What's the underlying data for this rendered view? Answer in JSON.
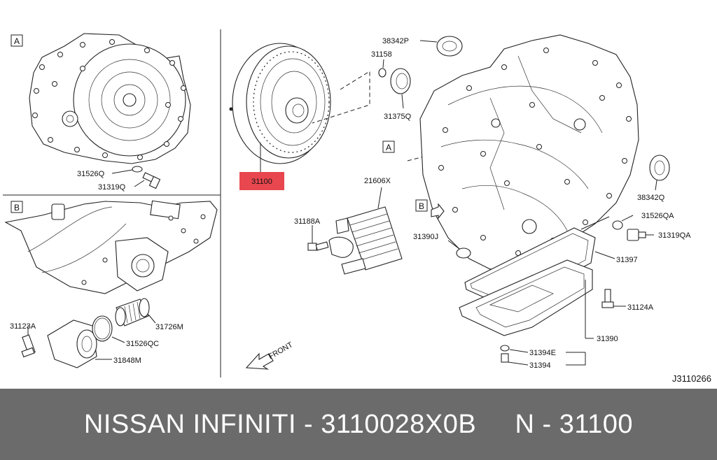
{
  "diagram": {
    "sections": {
      "a": "A",
      "b": "B"
    },
    "callouts": {
      "a": "A",
      "b": "B"
    },
    "parts": {
      "p38342P": "38342P",
      "p31158": "31158",
      "p31375Q": "31375Q",
      "p31100": "31100",
      "p21606X": "21606X",
      "p31188A": "31188A",
      "p31390J": "31390J",
      "p38342Q": "38342Q",
      "p31526QA": "31526QA",
      "p31319QA": "31319QA",
      "p31397": "31397",
      "p31124A": "31124A",
      "p31390": "31390",
      "p31394E": "31394E",
      "p31394": "31394",
      "p31526Q": "31526Q",
      "p31319Q": "31319Q",
      "p31123A": "31123A",
      "p31726M": "31726M",
      "p31526QC": "31526QC",
      "p31848M": "31848M"
    },
    "front_label": "FRONT",
    "diagram_code": "J3110266",
    "highlight_color": "#e8474f"
  },
  "footer": {
    "text": "NISSAN INFINITI - 3110028X0B     N - 31100"
  }
}
